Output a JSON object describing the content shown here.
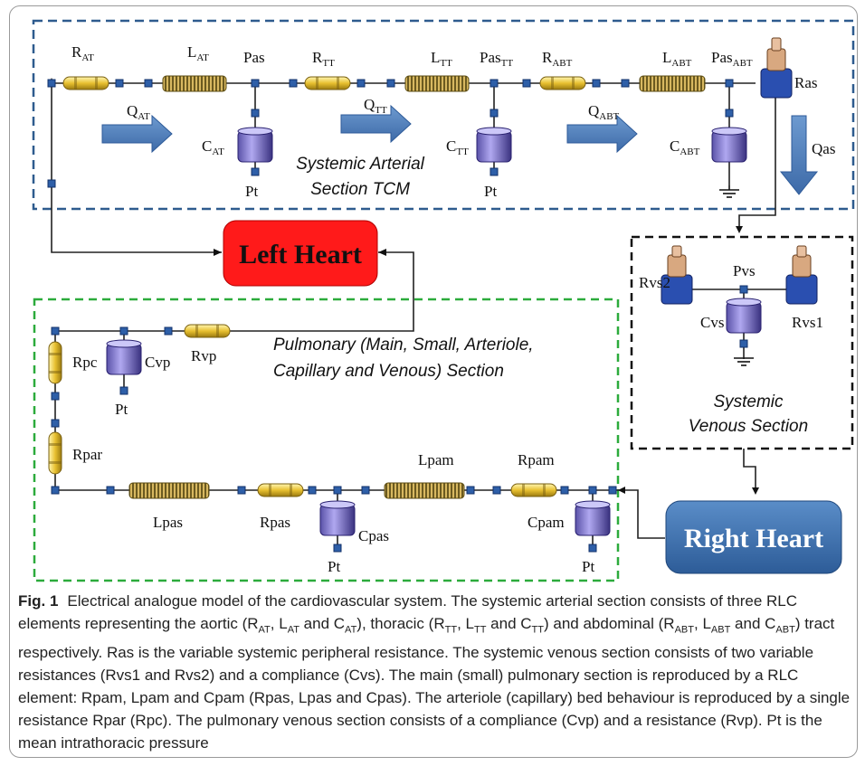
{
  "sections": {
    "arterial": "Systemic  Arterial Section TCM",
    "arterial_l1": "Systemic  Arterial",
    "arterial_l2": "Section TCM",
    "venous_l1": "Systemic",
    "venous_l2": "Venous Section",
    "pulmonary_l1": "Pulmonary (Main, Small, Arteriole,",
    "pulmonary_l2": "Capillary and Venous) Section"
  },
  "hearts": {
    "left": "Left Heart",
    "right": "Right Heart"
  },
  "components": {
    "R_AT": "R_AT",
    "L_AT": "L_AT",
    "C_AT": "C_AT",
    "Q_AT": "Q_AT",
    "R_TT": "R_TT",
    "L_TT": "L_TT",
    "C_TT": "C_TT",
    "Q_TT": "Q_TT",
    "R_ABT": "R_ABT",
    "L_ABT": "L_ABT",
    "C_ABT": "C_ABT",
    "Q_ABT": "Q_ABT",
    "Pas": "Pas",
    "Pas_TT": "Pas_TT",
    "Pas_ABT": "Pas_ABT",
    "Ras": "Ras",
    "Qas": "Qas",
    "Rvs1": "Rvs1",
    "Rvs2": "Rvs2",
    "Pvs": "Pvs",
    "Cvs": "Cvs",
    "Rpc": "Rpc",
    "Cvp": "Cvp",
    "Rvp": "Rvp",
    "Rpar": "Rpar",
    "Lpas": "Lpas",
    "Rpas": "Rpas",
    "Cpas": "Cpas",
    "Lpam": "Lpam",
    "Rpam": "Rpam",
    "Cpam": "Cpam",
    "Pt": "Pt"
  },
  "colors": {
    "arterial_box": "#2e5b8e",
    "venous_box": "#111111",
    "pulmonary_box": "#2cab3c",
    "left_heart": "#ff1a1a",
    "right_heart": "#3d72b3",
    "arrow": "#4a7ebb"
  },
  "caption": {
    "fig_label": "Fig. 1",
    "text": "Electrical analogue model of the cardiovascular system. The systemic arterial section consists of three RLC elements representing the aortic (R_AT, L_AT and C_AT), thoracic (R_TT, L_TT and C_TT) and abdominal (R_ABT, L_ABT and C_ABT) tract respectively. Ras is the variable systemic peripheral resistance. The systemic venous section consists of two variable resistances (Rvs1 and Rvs2) and a compliance (Cvs). The main (small) pulmonary section is reproduced by a RLC element: Rpam, Lpam and Cpam (Rpas, Lpas and Cpas). The arteriole (capillary) bed behaviour is reproduced by a single resistance Rpar (Rpc). The pulmonary venous section consists of a compliance (Cvp) and a resistance (Rvp). Pt is the mean intrathoracic pressure"
  }
}
